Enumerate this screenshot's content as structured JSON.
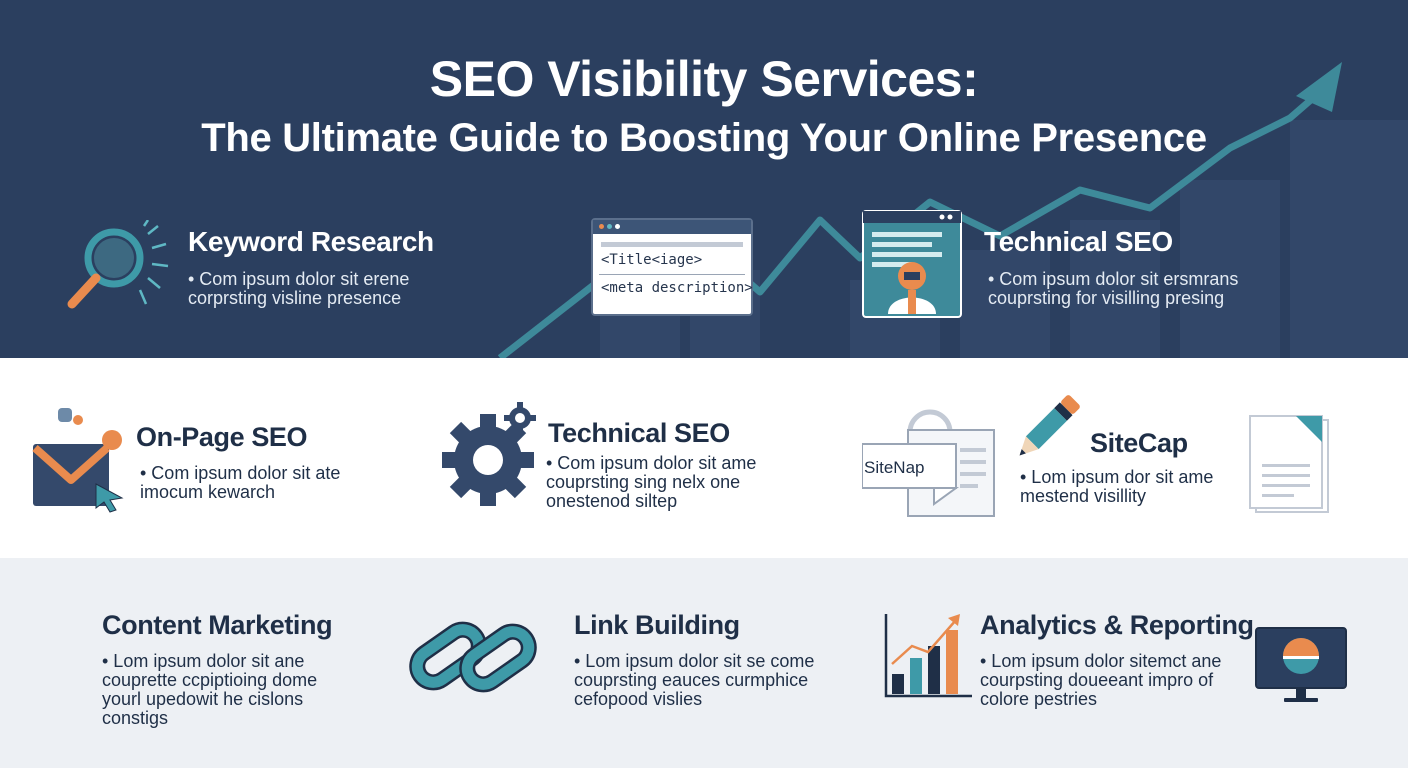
{
  "header": {
    "title": "SEO Visibility Services:",
    "subtitle": "The Ultimate Guide to Boosting Your Online Presence"
  },
  "browser_mock": {
    "line1": "<Title<iage>",
    "line2": "<meta description>"
  },
  "sections": {
    "keyword_research": {
      "heading": "Keyword Research",
      "lines": [
        "• Com ipsum dolor sit erene",
        "corprsting visline presence"
      ]
    },
    "technical_seo_top": {
      "heading": "Technical SEO",
      "lines": [
        "• Com ipsum dolor sit ersmrans",
        "couprsting for visilling presing"
      ]
    },
    "on_page_seo": {
      "heading": "On-Page SEO",
      "lines": [
        "• Com ipsum dolor sit ate",
        "imocum kewarch"
      ]
    },
    "technical_seo_mid": {
      "heading": "Technical SEO",
      "lines": [
        "• Com ipsum dolor sit ame",
        "couprsting sing nelx one",
        "onestenod siltep"
      ]
    },
    "sitecap": {
      "heading": "SiteCap",
      "label": "SiteNap",
      "lines": [
        "• Lom ipsum dor sit ame",
        "mestend visillity"
      ]
    },
    "content_marketing": {
      "heading": "Content Marketing",
      "lines": [
        "• Lom ipsum dolor sit ane",
        "couprette ccpiptioing dome",
        "yourl upedowit he cislons",
        "constigs"
      ]
    },
    "link_building": {
      "heading": "Link Building",
      "lines": [
        "• Lom ipsum dolor sit se come",
        "couprsting eauces curmphice",
        "cefopood vislies"
      ]
    },
    "analytics": {
      "heading": "Analytics & Reporting",
      "lines": [
        "• Lom ipsum dolor sitemct ane",
        "courpsting doueeant impro of",
        "colore pestries"
      ]
    }
  },
  "colors": {
    "navy": "#2b3f5f",
    "teal": "#3e9aa8",
    "orange": "#e98b4e",
    "white": "#ffffff",
    "light_band": "#edf0f4"
  }
}
